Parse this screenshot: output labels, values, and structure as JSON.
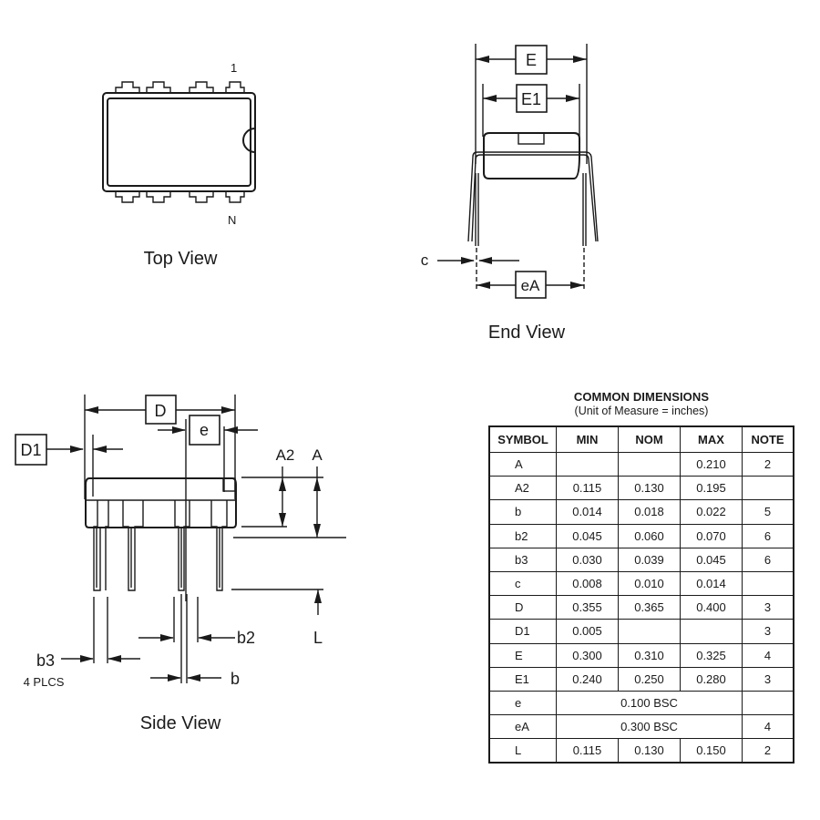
{
  "top_view": {
    "title": "Top View",
    "pin1_label": "1",
    "pinN_label": "N"
  },
  "end_view": {
    "title": "End View",
    "labels": {
      "E": "E",
      "E1": "E1",
      "c": "c",
      "eA": "eA"
    }
  },
  "side_view": {
    "title": "Side View",
    "labels": {
      "D": "D",
      "D1": "D1",
      "e": "e",
      "A2": "A2",
      "A": "A",
      "L": "L",
      "b2": "b2",
      "b3": "b3",
      "b3_note": "4 PLCS",
      "b": "b"
    }
  },
  "dimensions_table": {
    "title": "COMMON DIMENSIONS",
    "subtitle": "(Unit of Measure = inches)",
    "headers": [
      "SYMBOL",
      "MIN",
      "NOM",
      "MAX",
      "NOTE"
    ],
    "rows": [
      {
        "symbol": "A",
        "min": "",
        "nom": "",
        "max": "0.210",
        "note": "2"
      },
      {
        "symbol": "A2",
        "min": "0.115",
        "nom": "0.130",
        "max": "0.195",
        "note": ""
      },
      {
        "symbol": "b",
        "min": "0.014",
        "nom": "0.018",
        "max": "0.022",
        "note": "5"
      },
      {
        "symbol": "b2",
        "min": "0.045",
        "nom": "0.060",
        "max": "0.070",
        "note": "6"
      },
      {
        "symbol": "b3",
        "min": "0.030",
        "nom": "0.039",
        "max": "0.045",
        "note": "6"
      },
      {
        "symbol": "c",
        "min": "0.008",
        "nom": "0.010",
        "max": "0.014",
        "note": ""
      },
      {
        "symbol": "D",
        "min": "0.355",
        "nom": "0.365",
        "max": "0.400",
        "note": "3"
      },
      {
        "symbol": "D1",
        "min": "0.005",
        "nom": "",
        "max": "",
        "note": "3"
      },
      {
        "symbol": "E",
        "min": "0.300",
        "nom": "0.310",
        "max": "0.325",
        "note": "4"
      },
      {
        "symbol": "E1",
        "min": "0.240",
        "nom": "0.250",
        "max": "0.280",
        "note": "3"
      },
      {
        "symbol": "e",
        "bsc": "0.100 BSC",
        "note": ""
      },
      {
        "symbol": "eA",
        "bsc": "0.300 BSC",
        "note": "4"
      },
      {
        "symbol": "L",
        "min": "0.115",
        "nom": "0.130",
        "max": "0.150",
        "note": "2"
      }
    ]
  }
}
